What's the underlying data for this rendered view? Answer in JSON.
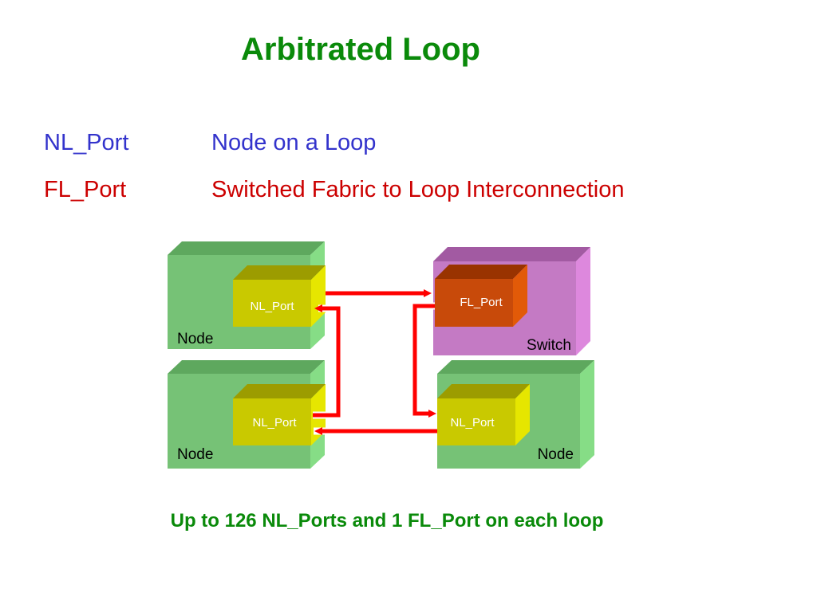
{
  "title": "Arbitrated Loop",
  "definitions": [
    {
      "term": "NL_Port",
      "description": "Node on a Loop",
      "color": "#3333cc"
    },
    {
      "term": "FL_Port",
      "description": "Switched Fabric to Loop Interconnection",
      "color": "#cc0000"
    }
  ],
  "diagram": {
    "node_top_left": {
      "label": "Node",
      "port": "NL_Port"
    },
    "node_bottom_left": {
      "label": "Node",
      "port": "NL_Port"
    },
    "switch_top_right": {
      "label": "Switch",
      "port": "FL_Port"
    },
    "node_bottom_right": {
      "label": "Node",
      "port": "NL_Port"
    },
    "colors": {
      "node_front": "#76c276",
      "node_top": "#5ea85e",
      "node_side": "#86dd86",
      "port_front": "#c9c900",
      "port_top": "#9c9c00",
      "port_side": "#e6e600",
      "switch_front": "#c47ac4",
      "switch_top": "#a25aa2",
      "switch_side": "#dd88dd",
      "fl_front": "#c84a0a",
      "fl_top": "#993300",
      "fl_side": "#e25a08",
      "arrow": "#ff0000"
    }
  },
  "footer": "Up to 126 NL_Ports and 1 FL_Port on each loop"
}
